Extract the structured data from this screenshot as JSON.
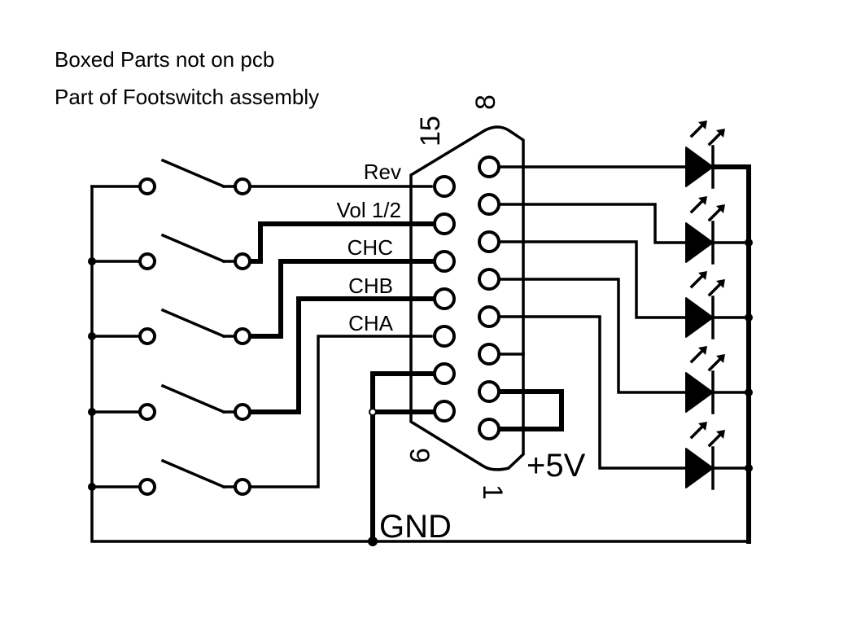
{
  "notes": {
    "line1": "Boxed Parts not on pcb",
    "line2": "Part of Footswitch assembly"
  },
  "connector": {
    "type": "DB15",
    "pin_labels": {
      "top_left": "15",
      "top_right": "8",
      "bottom_left": "9",
      "bottom_right": "1"
    }
  },
  "signals": [
    {
      "name": "Rev"
    },
    {
      "name": "Vol 1/2"
    },
    {
      "name": "CHC"
    },
    {
      "name": "CHB"
    },
    {
      "name": "CHA"
    }
  ],
  "power": {
    "vcc": "+5V",
    "ground": "GND"
  },
  "switches": {
    "count": 5
  },
  "leds": {
    "count": 5
  },
  "colors": {
    "line": "#000000",
    "background": "#ffffff"
  }
}
